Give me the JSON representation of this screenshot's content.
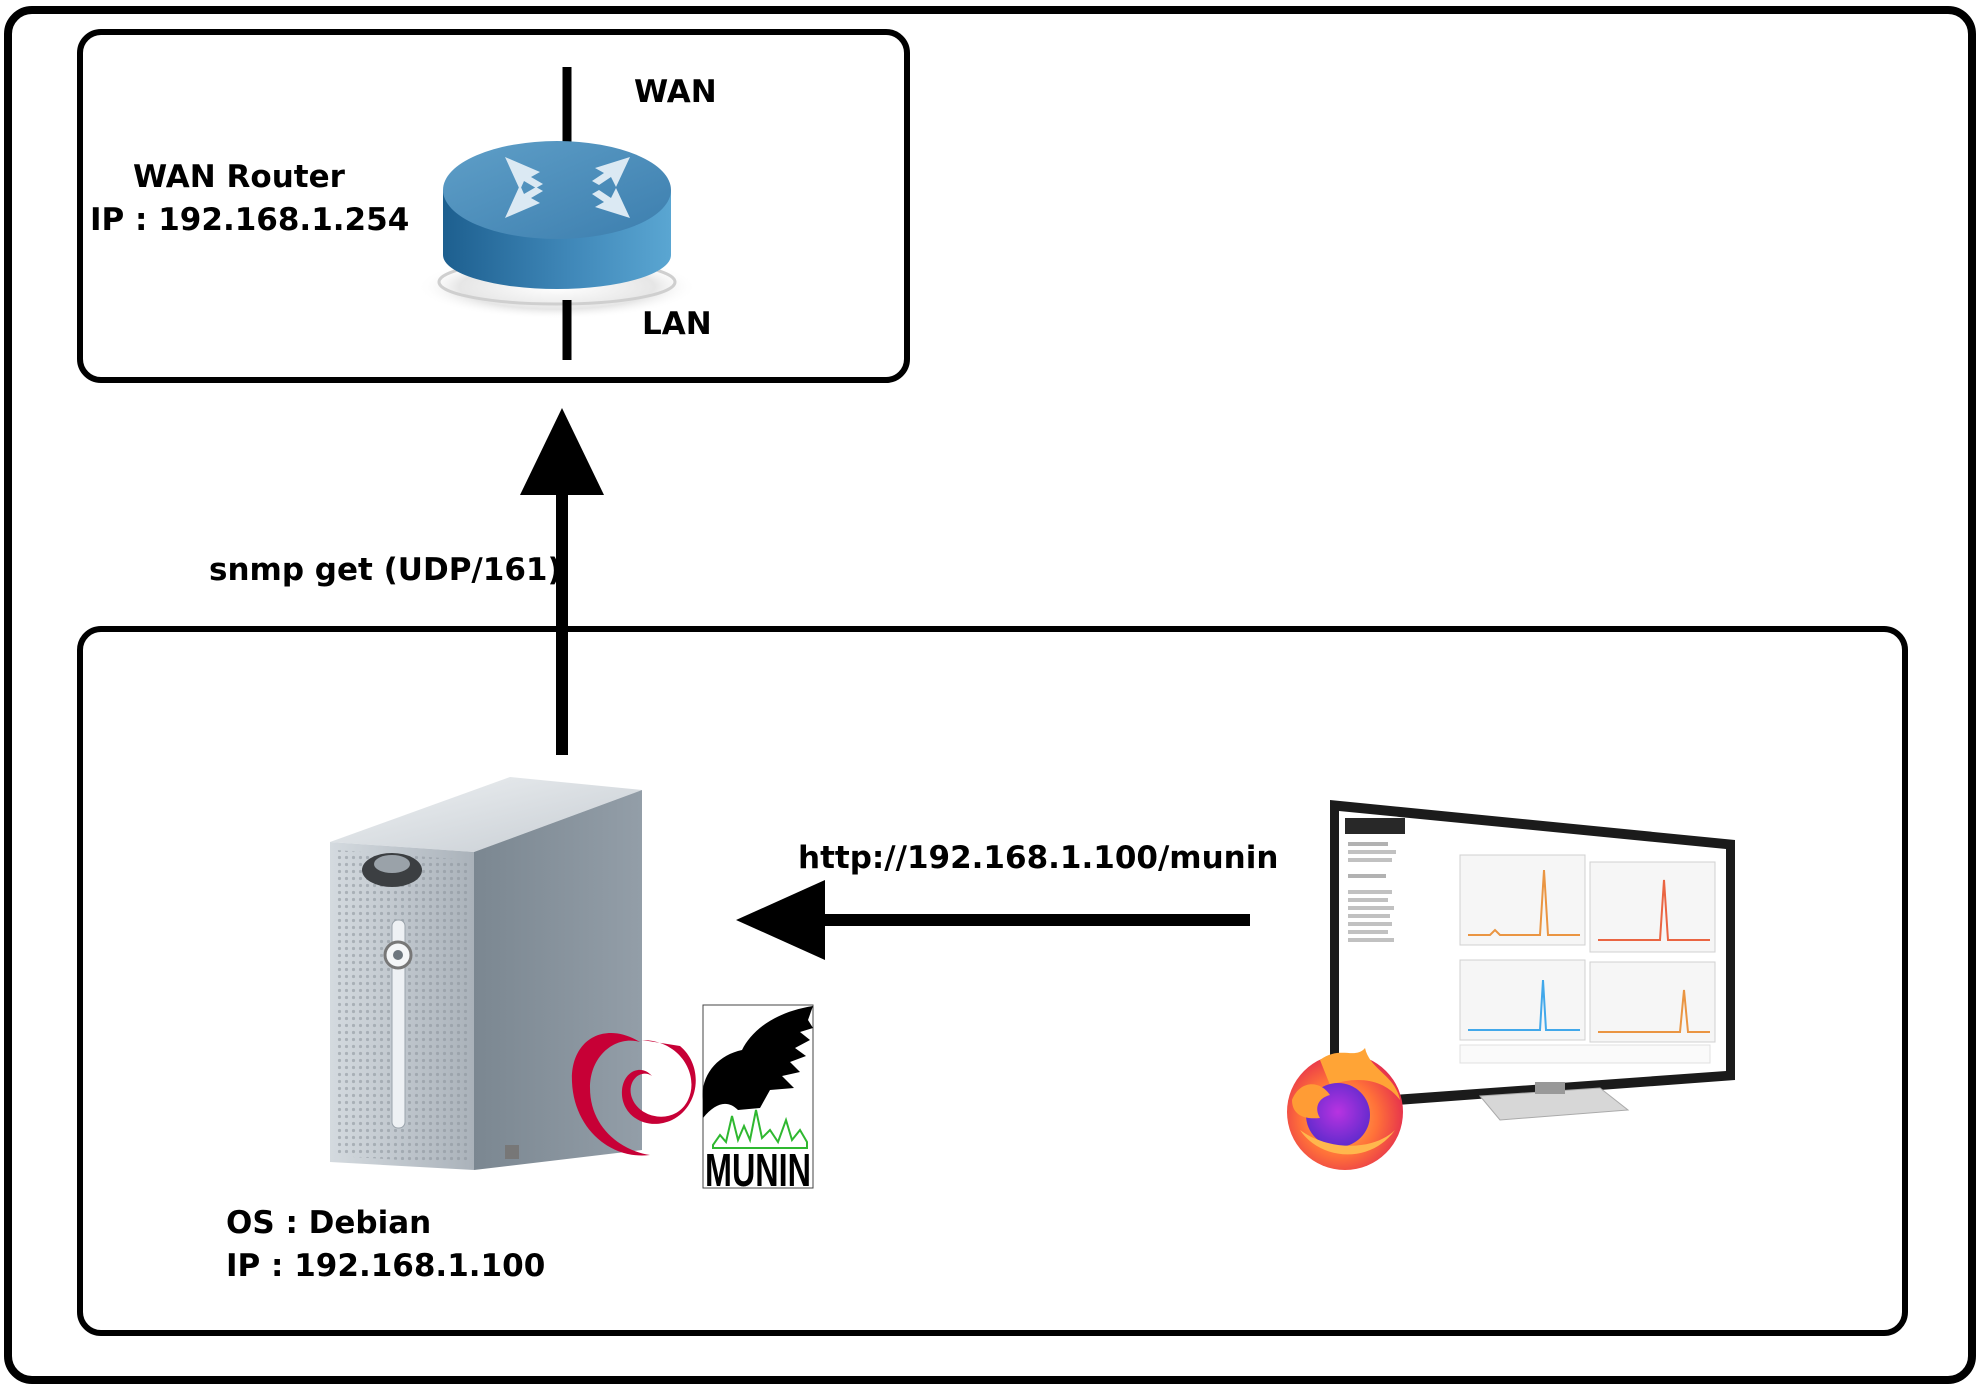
{
  "router": {
    "name": "WAN Router",
    "ip": "IP : 192.168.1.254",
    "wan_label": "WAN",
    "lan_label": "LAN"
  },
  "server": {
    "os": "OS : Debian",
    "ip": "IP : 192.168.1.100"
  },
  "links": {
    "snmp": "snmp get (UDP/161)",
    "http": "http://192.168.1.100/munin"
  },
  "logos": {
    "munin_text": "MUNIN"
  },
  "colors": {
    "router_blue": "#3f87b8",
    "arrow": "#000000",
    "debian_red": "#c70036",
    "firefox_orange": "#ff7139"
  },
  "icons": [
    "router-icon",
    "server-icon",
    "debian-logo-icon",
    "munin-logo-icon",
    "monitor-icon",
    "firefox-icon"
  ]
}
